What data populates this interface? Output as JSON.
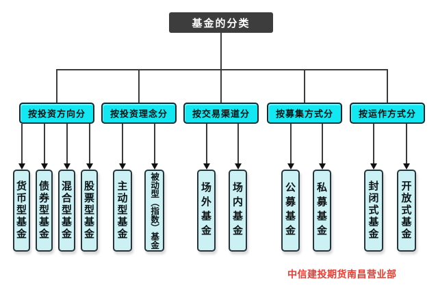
{
  "tree": {
    "root": "基金的分类",
    "groups": [
      {
        "category": "按投资方向分",
        "children": [
          "货币型基金",
          "债券型基金",
          "混合型基金",
          "股票型基金"
        ]
      },
      {
        "category": "按投资理念分",
        "children": [
          "主动型基金",
          "被动型（指数）基金"
        ]
      },
      {
        "category": "按交易渠道分",
        "children": [
          "场外基金",
          "场内基金"
        ]
      },
      {
        "category": "按募集方式分",
        "children": [
          "公募基金",
          "私募基金"
        ]
      },
      {
        "category": "按运作方式分",
        "children": [
          "封闭式基金",
          "开放式基金"
        ]
      }
    ]
  },
  "footer": {
    "watermark": "中信建投期货南昌营业部"
  },
  "colors": {
    "root_fill": "#3d3d3d",
    "category_fill": "#12e7f2",
    "leaf_fill": "#ccf1f5",
    "line": "#3a3a3a",
    "watermark": "#ea3b30",
    "background": "#ffffff"
  }
}
